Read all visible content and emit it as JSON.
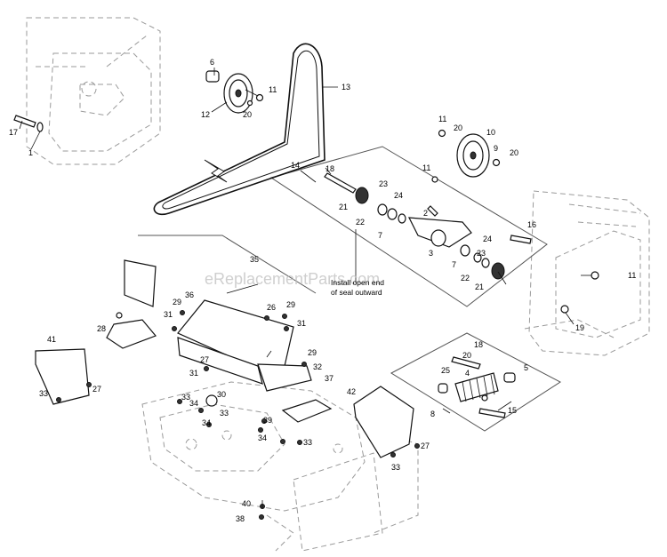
{
  "watermark": "eReplacementParts.com",
  "note": {
    "line1": "Install open end",
    "line2": "of seal outward"
  },
  "callouts": {
    "c1": "1",
    "c2": "2",
    "c3": "3",
    "c4": "4",
    "c5": "5",
    "c6": "6",
    "c7a": "7",
    "c7b": "7",
    "c8": "8",
    "c9": "9",
    "c10": "10",
    "c11a": "11",
    "c11b": "11",
    "c11c": "11",
    "c12": "12",
    "c13": "13",
    "c14": "14",
    "c15": "15",
    "c16": "16",
    "c17": "17",
    "c18a": "18",
    "c18b": "18",
    "c19": "19",
    "c20a": "20",
    "c20b": "20",
    "c20c": "20",
    "c20d": "20",
    "c21a": "21",
    "c21b": "21",
    "c22a": "22",
    "c22b": "22",
    "c23a": "23",
    "c23b": "23",
    "c24a": "24",
    "c24b": "24",
    "c25": "25",
    "c26": "26",
    "c27a": "27",
    "c27b": "27",
    "c28": "28",
    "c29a": "29",
    "c29b": "29",
    "c29c": "29",
    "c30": "30",
    "c31a": "31",
    "c31b": "31",
    "c31c": "31",
    "c32": "32",
    "c33a": "33",
    "c33b": "33",
    "c33c": "33",
    "c33d": "33",
    "c33e": "33",
    "c34a": "34",
    "c34b": "34",
    "c34c": "34",
    "c35": "35",
    "c36": "36",
    "c37": "37",
    "c38": "38",
    "c39": "39",
    "c40": "40",
    "c41": "41",
    "c42": "42"
  }
}
